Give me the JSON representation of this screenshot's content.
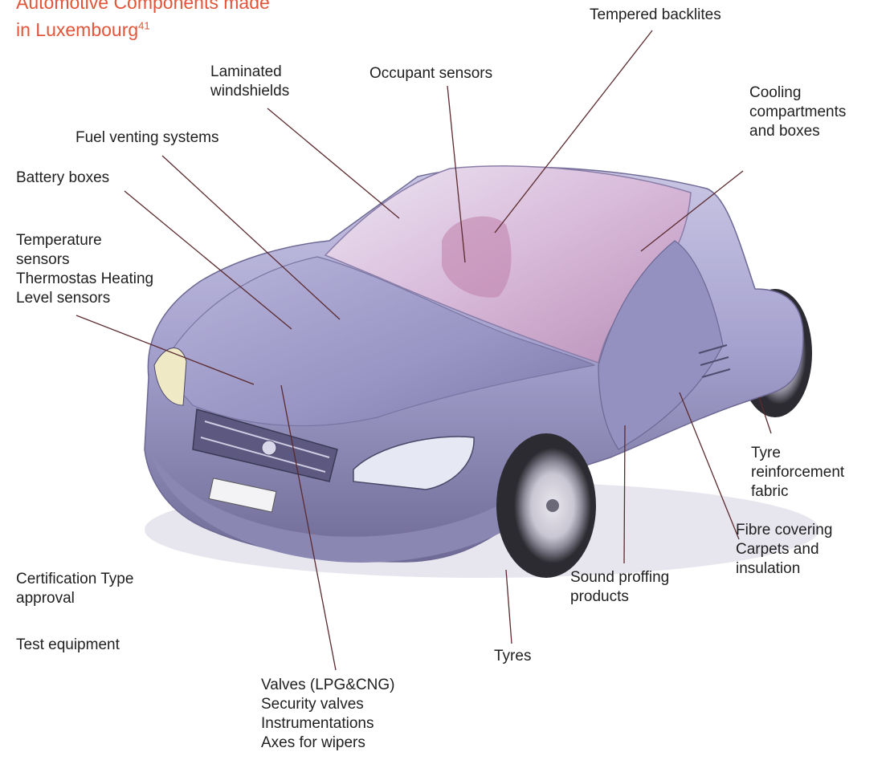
{
  "title": {
    "line1": "Automotive Components made",
    "line2": "in Luxembourg",
    "footnote": "41"
  },
  "colors": {
    "title": "#e2553a",
    "leader_line": "#5a2a2e",
    "car_body": "#9c98c6",
    "car_glass": "#d9b6d8",
    "tyre": "#2b2b31"
  },
  "labels": {
    "tempered_backlites": [
      "Tempered backlites"
    ],
    "laminated_windshields": [
      "Laminated",
      "windshields"
    ],
    "occupant_sensors": [
      "Occupant sensors"
    ],
    "cooling_compartments": [
      "Cooling",
      "compartments",
      "and boxes"
    ],
    "fuel_venting": [
      "Fuel venting systems"
    ],
    "battery_boxes": [
      "Battery boxes"
    ],
    "temperature_sensors": [
      "Temperature",
      "sensors",
      "Thermostas Heating",
      "Level sensors"
    ],
    "tyre_reinforcement": [
      "Tyre",
      "reinforcement",
      "fabric"
    ],
    "fibre_covering": [
      "Fibre covering",
      "Carpets and",
      "insulation"
    ],
    "sound_proofing": [
      "Sound proffing",
      "products"
    ],
    "certification": [
      "Certification Type",
      "approval"
    ],
    "test_equipment": [
      "Test equipment"
    ],
    "tyres": [
      "Tyres"
    ],
    "valves": [
      "Valves (LPG&CNG)",
      "Security valves",
      "Instrumentations",
      "Axes for wipers"
    ]
  }
}
